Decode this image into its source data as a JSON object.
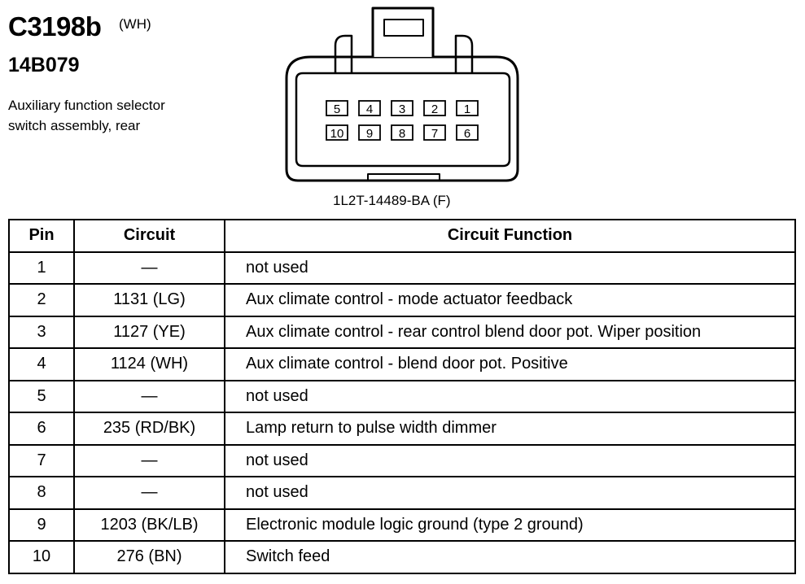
{
  "header": {
    "connector_id": "C3198b",
    "connector_color": "(WH)",
    "part_number": "14B079",
    "description_line1": "Auxiliary function selector",
    "description_line2": "switch assembly, rear"
  },
  "connector": {
    "cavities_top_row": [
      "5",
      "4",
      "3",
      "2",
      "1"
    ],
    "cavities_bottom_row": [
      "10",
      "9",
      "8",
      "7",
      "6"
    ],
    "part_number": "1L2T-14489-BA (F)"
  },
  "table": {
    "headers": {
      "pin": "Pin",
      "circuit": "Circuit",
      "function": "Circuit Function"
    },
    "rows": [
      {
        "pin": "1",
        "circuit": "—",
        "function": "not used"
      },
      {
        "pin": "2",
        "circuit": "1131 (LG)",
        "function": "Aux climate control - mode actuator feedback"
      },
      {
        "pin": "3",
        "circuit": "1127 (YE)",
        "function": "Aux climate control - rear control blend door pot. Wiper position"
      },
      {
        "pin": "4",
        "circuit": "1124 (WH)",
        "function": "Aux climate control - blend door pot. Positive"
      },
      {
        "pin": "5",
        "circuit": "—",
        "function": "not used"
      },
      {
        "pin": "6",
        "circuit": "235 (RD/BK)",
        "function": "Lamp return to pulse width dimmer"
      },
      {
        "pin": "7",
        "circuit": "—",
        "function": "not used"
      },
      {
        "pin": "8",
        "circuit": "—",
        "function": "not used"
      },
      {
        "pin": "9",
        "circuit": "1203 (BK/LB)",
        "function": "Electronic module logic ground (type 2 ground)"
      },
      {
        "pin": "10",
        "circuit": "276 (BN)",
        "function": "Switch feed"
      }
    ]
  }
}
